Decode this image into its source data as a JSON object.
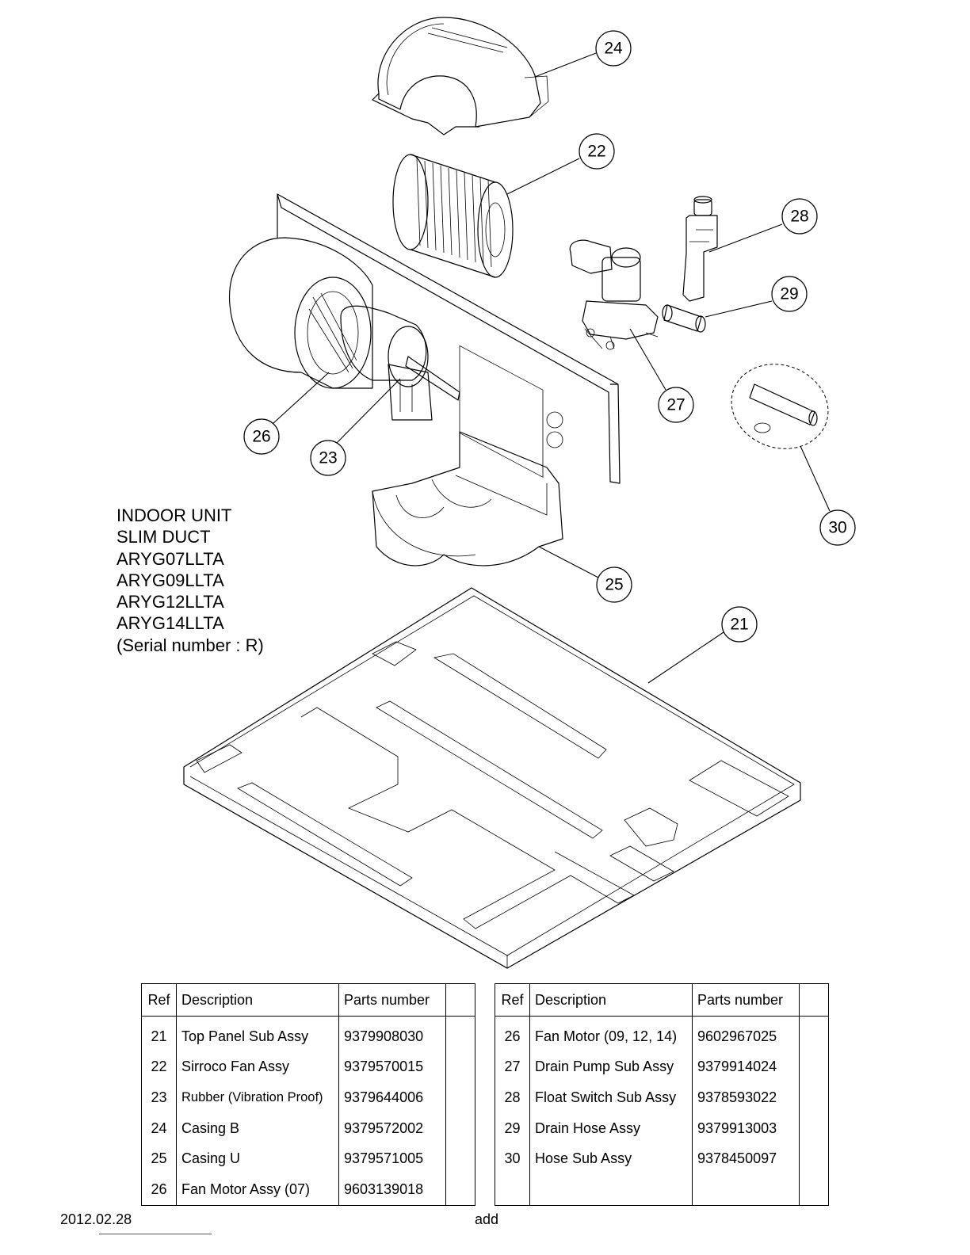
{
  "title_lines": [
    "INDOOR UNIT",
    "SLIM DUCT",
    "ARYG07LLTA",
    "ARYG09LLTA",
    "ARYG12LLTA",
    "ARYG14LLTA",
    "(Serial number : R)"
  ],
  "callouts": [
    "24",
    "22",
    "28",
    "29",
    "27",
    "30",
    "26",
    "23",
    "25",
    "21"
  ],
  "table_headers": {
    "ref": "Ref",
    "description": "Description",
    "parts_number": "Parts number",
    "blank": ""
  },
  "table_left": [
    {
      "ref": "21",
      "description": "Top Panel Sub Assy",
      "parts_number": "9379908030"
    },
    {
      "ref": "22",
      "description": "Sirroco Fan Assy",
      "parts_number": "9379570015"
    },
    {
      "ref": "23",
      "description": "Rubber (Vibration Proof)",
      "parts_number": "9379644006"
    },
    {
      "ref": "24",
      "description": "Casing B",
      "parts_number": "9379572002"
    },
    {
      "ref": "25",
      "description": "Casing U",
      "parts_number": "9379571005"
    },
    {
      "ref": "26",
      "description": "Fan Motor Assy (07)",
      "parts_number": "9603139018"
    }
  ],
  "table_right": [
    {
      "ref": "26",
      "description": "Fan Motor (09, 12, 14)",
      "parts_number": "9602967025"
    },
    {
      "ref": "27",
      "description": "Drain Pump Sub Assy",
      "parts_number": "9379914024"
    },
    {
      "ref": "28",
      "description": "Float Switch Sub Assy",
      "parts_number": "9378593022"
    },
    {
      "ref": "29",
      "description": "Drain Hose Assy",
      "parts_number": "9379913003"
    },
    {
      "ref": "30",
      "description": "Hose Sub Assy",
      "parts_number": "9378450097"
    },
    {
      "ref": "",
      "description": "",
      "parts_number": ""
    }
  ],
  "footer": {
    "date": "2012.02.28",
    "note": "add"
  }
}
